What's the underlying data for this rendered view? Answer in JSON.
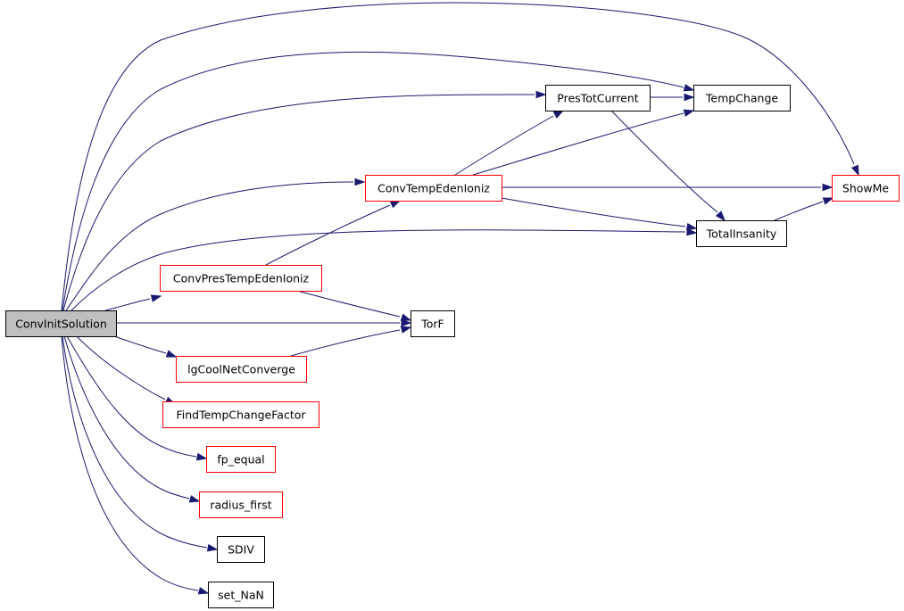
{
  "graph": {
    "type": "call-graph",
    "colors": {
      "edge": "#191970",
      "root_fill": "#bfbfbf",
      "default_border": "#000000",
      "truncated_border": "#ff0000"
    },
    "nodes": [
      {
        "id": "ConvInitSolution",
        "label": "ConvInitSolution",
        "style": "root"
      },
      {
        "id": "ConvPresTempEdenIoniz",
        "label": "ConvPresTempEdenIoniz",
        "style": "truncated"
      },
      {
        "id": "ConvTempEdenIoniz",
        "label": "ConvTempEdenIoniz",
        "style": "truncated"
      },
      {
        "id": "PresTotCurrent",
        "label": "PresTotCurrent",
        "style": "default"
      },
      {
        "id": "TempChange",
        "label": "TempChange",
        "style": "default"
      },
      {
        "id": "ShowMe",
        "label": "ShowMe",
        "style": "truncated"
      },
      {
        "id": "TotalInsanity",
        "label": "TotalInsanity",
        "style": "default"
      },
      {
        "id": "TorF",
        "label": "TorF",
        "style": "default"
      },
      {
        "id": "lgCoolNetConverge",
        "label": "lgCoolNetConverge",
        "style": "truncated"
      },
      {
        "id": "FindTempChangeFactor",
        "label": "FindTempChangeFactor",
        "style": "truncated"
      },
      {
        "id": "fp_equal",
        "label": "fp_equal",
        "style": "truncated"
      },
      {
        "id": "radius_first",
        "label": "radius_first",
        "style": "truncated"
      },
      {
        "id": "SDIV",
        "label": "SDIV",
        "style": "default"
      },
      {
        "id": "set_NaN",
        "label": "set_NaN",
        "style": "default"
      }
    ],
    "edges": [
      {
        "from": "ConvInitSolution",
        "to": "ConvPresTempEdenIoniz"
      },
      {
        "from": "ConvInitSolution",
        "to": "ConvTempEdenIoniz"
      },
      {
        "from": "ConvInitSolution",
        "to": "PresTotCurrent"
      },
      {
        "from": "ConvInitSolution",
        "to": "TempChange"
      },
      {
        "from": "ConvInitSolution",
        "to": "ShowMe"
      },
      {
        "from": "ConvInitSolution",
        "to": "TotalInsanity"
      },
      {
        "from": "ConvInitSolution",
        "to": "TorF"
      },
      {
        "from": "ConvInitSolution",
        "to": "lgCoolNetConverge"
      },
      {
        "from": "ConvInitSolution",
        "to": "FindTempChangeFactor"
      },
      {
        "from": "ConvInitSolution",
        "to": "fp_equal"
      },
      {
        "from": "ConvInitSolution",
        "to": "radius_first"
      },
      {
        "from": "ConvInitSolution",
        "to": "SDIV"
      },
      {
        "from": "ConvInitSolution",
        "to": "set_NaN"
      },
      {
        "from": "ConvPresTempEdenIoniz",
        "to": "ConvTempEdenIoniz"
      },
      {
        "from": "ConvPresTempEdenIoniz",
        "to": "TorF"
      },
      {
        "from": "ConvTempEdenIoniz",
        "to": "PresTotCurrent"
      },
      {
        "from": "ConvTempEdenIoniz",
        "to": "TempChange"
      },
      {
        "from": "ConvTempEdenIoniz",
        "to": "ShowMe"
      },
      {
        "from": "ConvTempEdenIoniz",
        "to": "TotalInsanity"
      },
      {
        "from": "PresTotCurrent",
        "to": "TempChange"
      },
      {
        "from": "PresTotCurrent",
        "to": "TotalInsanity"
      },
      {
        "from": "TotalInsanity",
        "to": "ShowMe"
      },
      {
        "from": "lgCoolNetConverge",
        "to": "TorF"
      }
    ]
  }
}
